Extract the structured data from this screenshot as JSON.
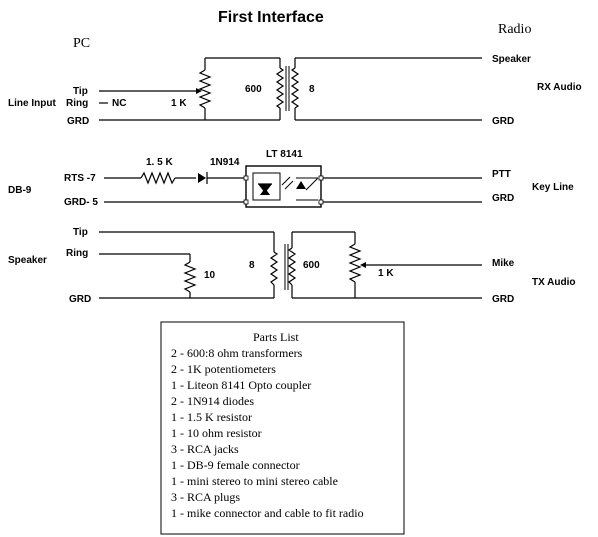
{
  "title": "First Interface",
  "pc_label": "PC",
  "radio_label": "Radio",
  "rx": {
    "tip": "Tip",
    "line_input": "Line Input",
    "ring": "Ring",
    "nc": "NC",
    "grd_left": "GRD",
    "pot": "1 K",
    "primary": "600",
    "secondary": "8",
    "speaker": "Speaker",
    "grd_right": "GRD",
    "section": "RX Audio"
  },
  "key": {
    "db9": "DB-9",
    "rts": "RTS -7",
    "grd5": "GRD- 5",
    "resistor": "1. 5 K",
    "diode": "1N914",
    "opto": "LT 8141",
    "ptt": "PTT",
    "grd_right": "GRD",
    "section": "Key Line"
  },
  "tx": {
    "tip": "Tip",
    "speaker": "Speaker",
    "ring": "Ring",
    "grd_left": "GRD",
    "resistor": "10",
    "primary": "8",
    "secondary": "600",
    "pot": "1 K",
    "mike": "Mike",
    "grd_right": "GRD",
    "section": "TX Audio"
  },
  "parts_list": {
    "heading": "Parts List",
    "items": [
      "2 - 600:8 ohm transformers",
      "2 - 1K potentiometers",
      "1 - Liteon 8141 Opto coupler",
      "2 - 1N914 diodes",
      "1 - 1.5 K resistor",
      "1 - 10 ohm resistor",
      "3 - RCA jacks",
      "1 - DB-9 female connector",
      "1 - mini stereo to mini stereo cable",
      "3 - RCA plugs",
      "1 - mike connector and cable to fit radio"
    ]
  }
}
